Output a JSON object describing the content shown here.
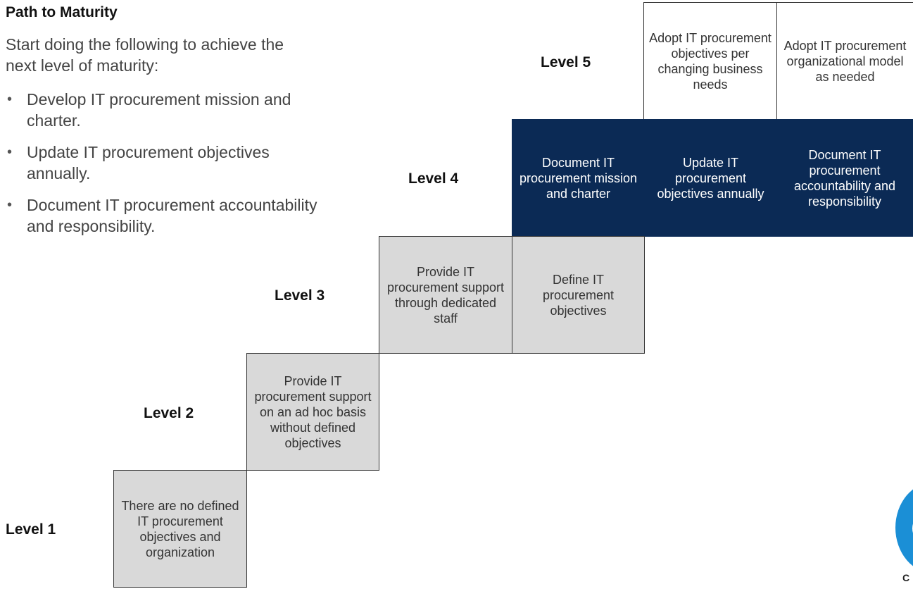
{
  "title": "Path to Maturity",
  "intro": "Start doing the following to achieve the next level of maturity:",
  "bullets": [
    "Develop IT procurement mission and charter.",
    "Update IT procurement objectives annually.",
    "Document IT procurement accountability and responsibility."
  ],
  "bullet_symbol": "•",
  "levels": {
    "level1": {
      "label": "Level 1",
      "cells": [
        "There are no defined IT procurement objectives and organization"
      ]
    },
    "level2": {
      "label": "Level 2",
      "cells": [
        "Provide IT procurement support on an ad hoc basis without defined objectives"
      ]
    },
    "level3": {
      "label": "Level 3",
      "cells": [
        "Provide IT procurement support through dedicated staff",
        "Define IT procurement objectives"
      ]
    },
    "level4": {
      "label": "Level 4",
      "cells": [
        "Document IT procurement mission and charter",
        "Update IT procurement objectives annually",
        "Document IT procurement accountability and responsibility"
      ]
    },
    "level5": {
      "label": "Level 5",
      "cells": [
        "Adopt IT procurement objectives per changing business needs",
        "Adopt IT procurement organizational model as needed"
      ]
    }
  },
  "logo_text": "C",
  "colors": {
    "grey_fill": "#d9d9d9",
    "navy_fill": "#0b2a55",
    "logo_blue": "#1b8fd6"
  }
}
